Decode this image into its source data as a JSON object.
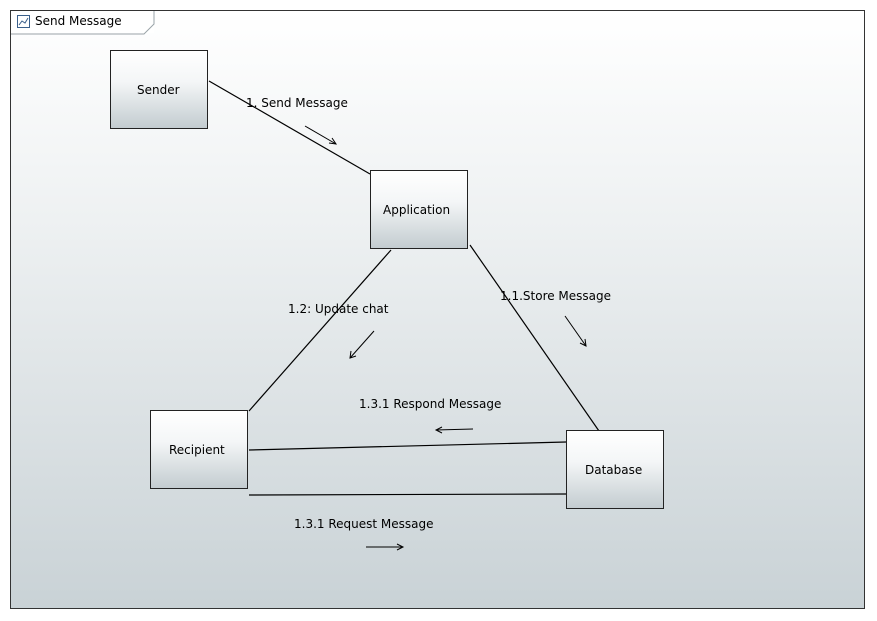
{
  "diagram": {
    "title": "Send Message",
    "icon": "communication-diagram-icon"
  },
  "lifelines": {
    "sender": "Sender",
    "application": "Application",
    "recipient": "Recipient",
    "database": "Database"
  },
  "messages": {
    "send": "1. Send Message",
    "update": "1.2: Update chat",
    "store": "1.1.Store Message",
    "respond": "1.3.1 Respond Message",
    "request": "1.3.1 Request Message"
  },
  "colors": {
    "line": "#000000",
    "frame_border": "#333333",
    "box_gradient_bottom": "#c3ccd0"
  }
}
